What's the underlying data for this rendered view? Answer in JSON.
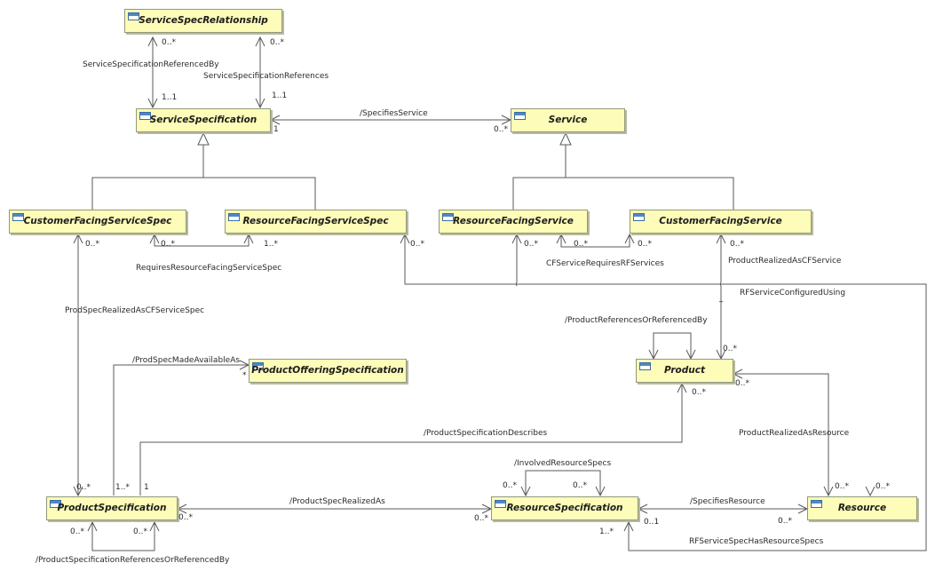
{
  "classes": {
    "service_spec_relationship": "ServiceSpecRelationship",
    "service_specification": "ServiceSpecification",
    "service": "Service",
    "customer_facing_service_spec": "CustomerFacingServiceSpec",
    "resource_facing_service_spec": "ResourceFacingServiceSpec",
    "resource_facing_service": "ResourceFacingService",
    "customer_facing_service": "CustomerFacingService",
    "product_offering_specification": "ProductOfferingSpecification",
    "product": "Product",
    "product_specification": "ProductSpecification",
    "resource_specification": "ResourceSpecification",
    "resource": "Resource"
  },
  "associations": {
    "service_specification_referenced_by": "ServiceSpecificationReferencedBy",
    "service_specification_references": "ServiceSpecificationReferences",
    "specifies_service": "/SpecifiesService",
    "requires_resource_facing_service_spec": "RequiresResourceFacingServiceSpec",
    "cf_service_requires_rf_services": "CFServiceRequiresRFServices",
    "product_realized_as_cf_service": "ProductRealizedAsCFService",
    "rf_service_configured_using": "RFServiceConfiguredUsing",
    "prod_spec_realized_as_cf_service_spec": "ProdSpecRealizedAsCFServiceSpec",
    "product_references_or_referenced_by": "/ProductReferencesOrReferencedBy",
    "prod_spec_made_available_as": "/ProdSpecMadeAvailableAs",
    "product_specification_describes": "/ProductSpecificationDescribes",
    "product_realized_as_resource": "ProductRealizedAsResource",
    "involved_resource_specs": "/InvolvedResourceSpecs",
    "product_spec_realized_as": "/ProductSpecRealizedAs",
    "specifies_resource": "/SpecifiesResource",
    "rf_service_spec_has_resource_specs": "RFServiceSpecHasResourceSpecs",
    "product_specification_references_or_referenced_by": "/ProductSpecificationReferencesOrReferencedBy"
  },
  "multiplicities": {
    "ssr_left": "0..*",
    "ssr_right": "0..*",
    "ss_left": "1..1",
    "ss_right": "1..1",
    "ss_specifies": "1",
    "service_specifies": "0..*",
    "cfss_req": "0..*",
    "cfss_down": "0..*",
    "rfss_req": "1..*",
    "rfss_right": "0..*",
    "rfs_down": "0..*",
    "rfs_req": "0..*",
    "cfs_req": "0..*",
    "cfs_down": "0..*",
    "product_top": "0..*",
    "product_right": "0..*",
    "product_bottom": "0..*",
    "pos_star": "*",
    "ps_cf": "0..*",
    "ps_avail": "1..*",
    "ps_describes": "1",
    "ps_realized": "0..*",
    "ps_self_left": "0..*",
    "ps_self_right": "0..*",
    "rs_involved_left": "0..*",
    "rs_involved_right": "0..*",
    "rs_realized": "0..*",
    "rs_specifies": "0..1",
    "rs_rfss": "1..*",
    "res_spec": "0..*",
    "res_product": "0..*",
    "res_rf": "0..*"
  }
}
